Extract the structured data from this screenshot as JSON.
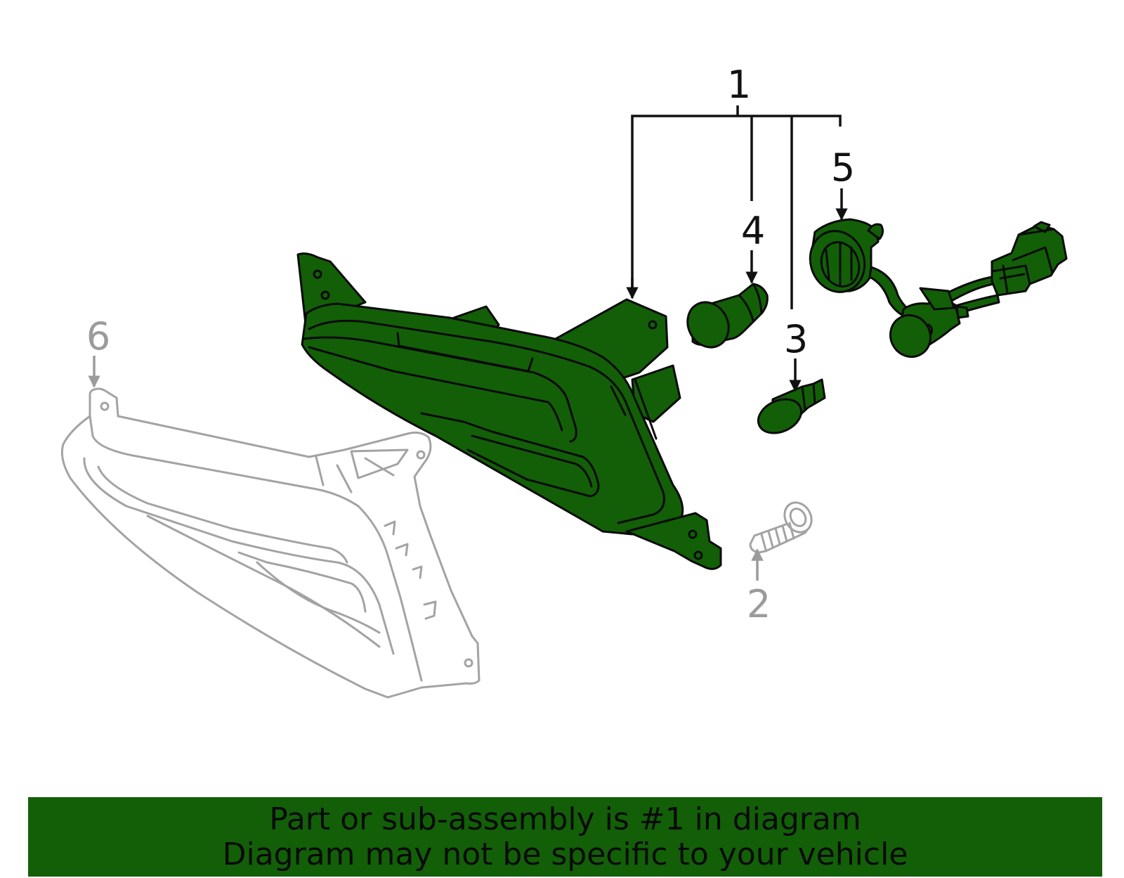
{
  "callouts": {
    "c1": "1",
    "c2": "2",
    "c3": "3",
    "c4": "4",
    "c5": "5",
    "c6": "6"
  },
  "banner": {
    "line1": "Part or sub-assembly is #1 in diagram",
    "line2": "Diagram may not be specific to your vehicle"
  },
  "colors": {
    "highlight": "#125f08",
    "outline": "#0b0b0b",
    "ghost": "#a3a3a3",
    "banner_bg": "#125f08",
    "background": "#ffffff"
  }
}
